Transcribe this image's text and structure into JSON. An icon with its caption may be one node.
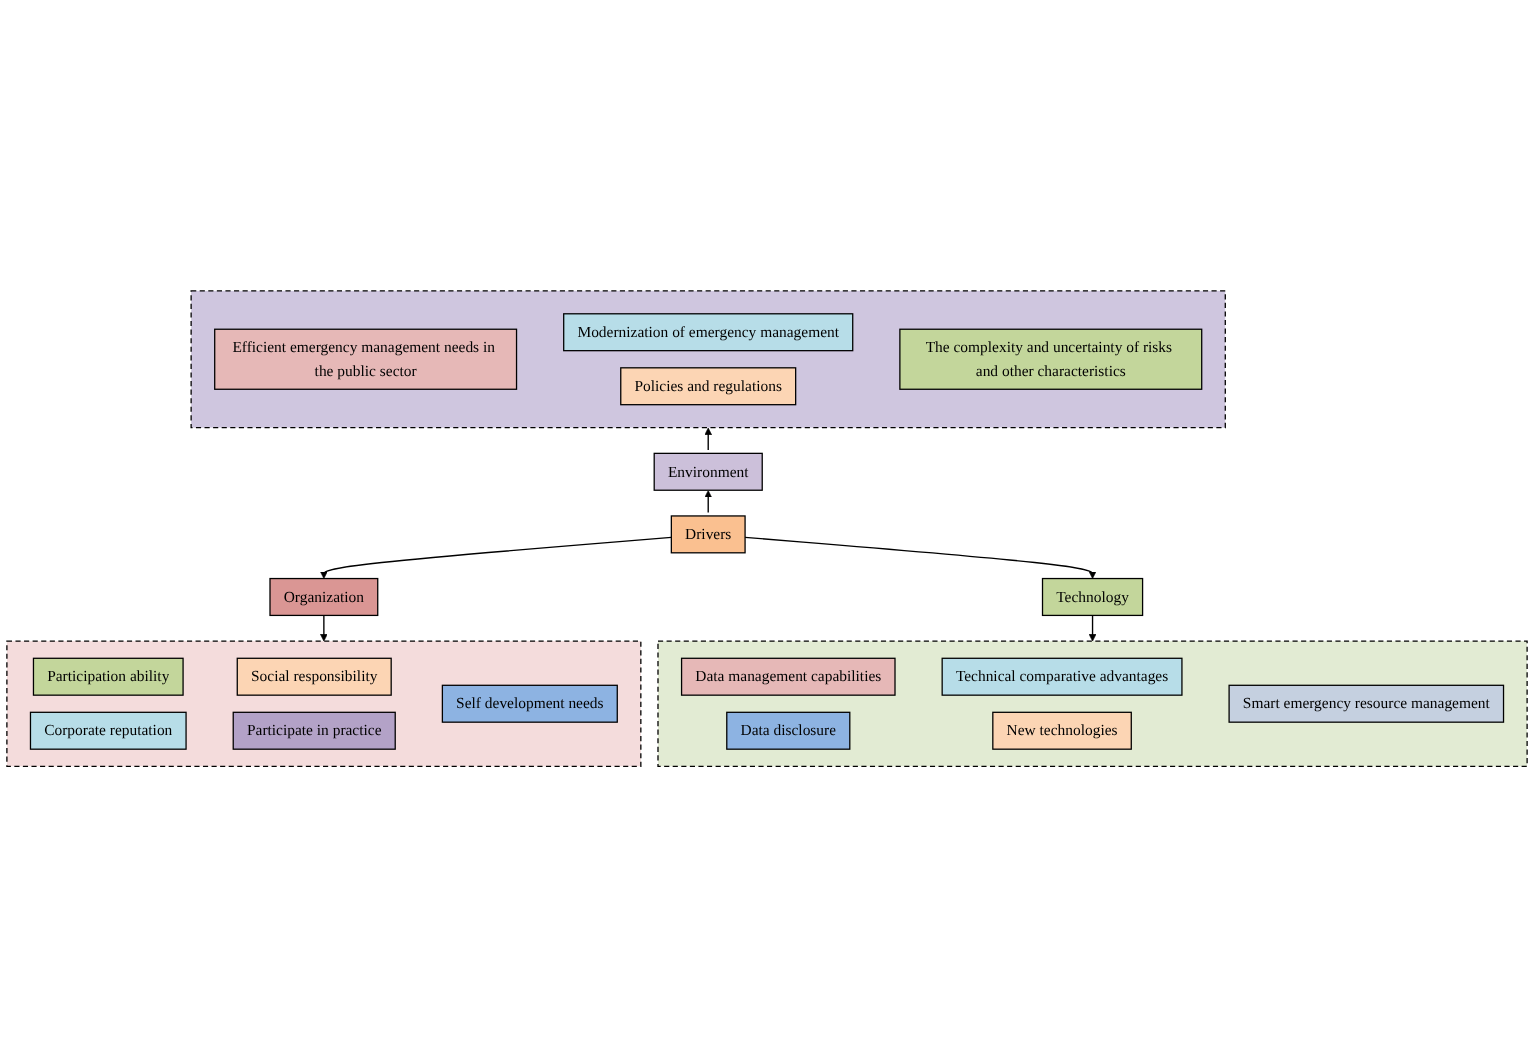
{
  "diagram": {
    "nodes": [
      {
        "text": [],
        "shape": "box"
      },
      {
        "text": [
          "Efficient emergency management needs in the public sector"
        ],
        "in": 0
      },
      {
        "text": [
          "Modernization of emergency management"
        ],
        "in": 0
      },
      {
        "text": [
          "Policies and regulations"
        ],
        "in": 0
      },
      {
        "text": [
          "The complexity and uncertainty of risks and other characteristics"
        ],
        "in": 0
      },
      {
        "text": [
          "Environment"
        ]
      },
      {
        "text": [
          "Drivers"
        ]
      },
      {
        "text": [
          "Organization"
        ]
      },
      {
        "text": [
          "Technology"
        ]
      },
      {
        "text": [],
        "shape": "box"
      },
      {
        "text": [
          "Participation ability"
        ],
        "in": 9
      },
      {
        "text": [
          "Corporate reputation"
        ],
        "in": 9
      },
      {
        "text": [
          "Social responsibility"
        ],
        "in": 9
      },
      {
        "text": [
          "Participate in practice"
        ],
        "in": 9
      },
      {
        "text": [
          "Self development needs"
        ],
        "in": 9
      },
      {
        "text": [],
        "shape": "box"
      },
      {
        "text": [
          "Data management capabilities"
        ],
        "in": 15
      },
      {
        "text": [
          "Data disclosure"
        ],
        "in": 15
      },
      {
        "text": [
          "Technical comparative advantages"
        ],
        "in": 15
      },
      {
        "text": [
          "New technologies"
        ],
        "in": 15
      },
      {
        "text": [
          "Smart emergency resource management"
        ],
        "in": 15
      }
    ],
    "edges": [
      {
        "from": 5,
        "to": 0,
        "arrow": "to"
      },
      {
        "from": 6,
        "to": 5,
        "arrow": "to"
      },
      {
        "from": 6,
        "to": 7,
        "arrow": "to"
      },
      {
        "from": 6,
        "to": 8,
        "arrow": "to"
      },
      {
        "from": 7,
        "to": 9,
        "arrow": "to"
      },
      {
        "from": 8,
        "to": 15,
        "arrow": "to"
      }
    ]
  }
}
